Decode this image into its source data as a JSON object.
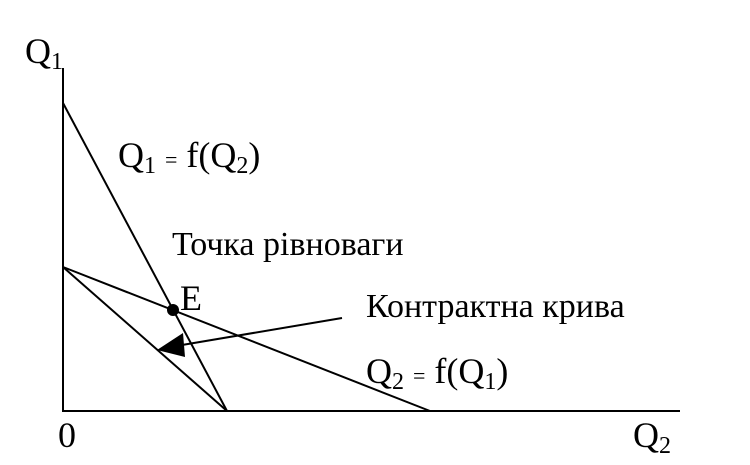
{
  "axes": {
    "y_label": "Q",
    "y_label_sub": "1",
    "x_label": "Q",
    "x_label_sub": "2",
    "origin": "0"
  },
  "curves": {
    "q1_main": "Q",
    "q1_sub1": "1",
    "q1_eq": "=",
    "q1_func": "f(Q",
    "q1_sub2": "2",
    "q1_close": ")",
    "q2_main": "Q",
    "q2_sub1": "2",
    "q2_eq": "=",
    "q2_func": "f(Q",
    "q2_sub2": "1",
    "q2_close": ")"
  },
  "labels": {
    "equilibrium_title": "Точка рівноваги",
    "equilibrium_point": "E",
    "contract_curve": "Контрактна крива"
  },
  "colors": {
    "ink": "#000000",
    "background": "#ffffff"
  }
}
